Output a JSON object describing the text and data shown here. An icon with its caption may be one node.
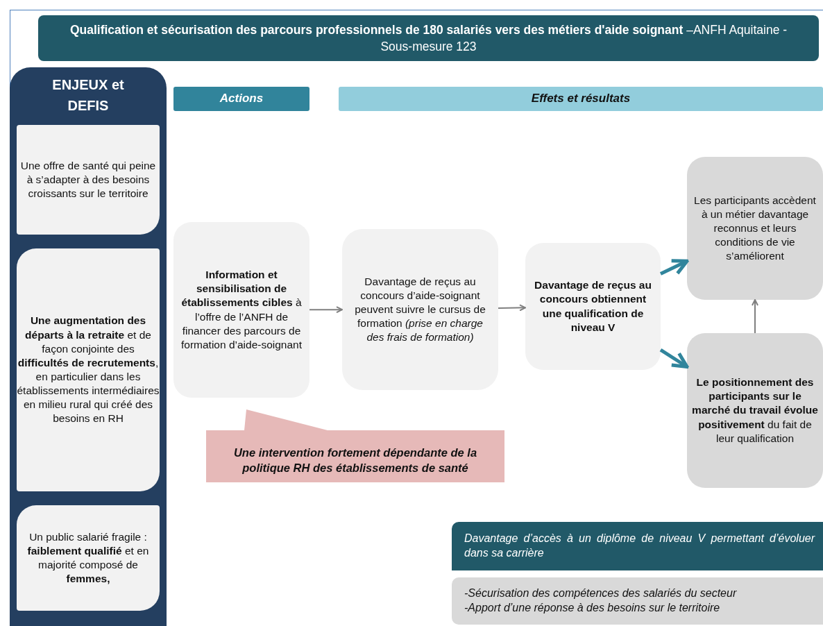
{
  "diagram": {
    "title": "**Qualification et sécurisation des parcours professionnels de 180 salariés vers des métiers d'aide soignant** –ANFH Aquitaine - Sous-mesure 123",
    "nodes": [
      {
        "text": [
          "ENJEUX et DEFIS"
        ]
      },
      {
        "text": [
          "Une offre de santé qui peine à s’adapter à des besoins croissants sur le territoire"
        ],
        "in": 0
      },
      {
        "text": [
          "**Une augmentation des départs à la retraite** et de façon conjointe des **difficultés de recrutements**, en particulier dans les établissements intermédiaires en milieu rural qui créé des besoins en RH"
        ],
        "in": 0
      },
      {
        "text": [
          "Un public salarié fragile : **faiblement qualifié** et en majorité composé de **femmes,**"
        ],
        "in": 0
      },
      {
        "text": [
          "Actions"
        ]
      },
      {
        "text": [
          "Effets et résultats"
        ]
      },
      {
        "text": [
          "**Information et sensibilisation de établissements cibles** à l’offre de l’ANFH de financer des parcours de formation d’aide-soignant"
        ]
      },
      {
        "text": [
          "Davantage de reçus au concours d’aide-soignant peuvent suivre le cursus de formation *(prise en charge des frais de formation)*"
        ]
      },
      {
        "text": [
          "Davantage de reçus au concours obtiennent une qualification de niveau V"
        ]
      },
      {
        "text": [
          "Les participants accèdent à un métier davantage reconnus et leurs conditions de vie s’améliorent"
        ]
      },
      {
        "text": [
          "**Le positionnement des participants sur le marché du travail évolue positivement** du fait de leur qualification"
        ]
      },
      {
        "text": [
          "Une intervention fortement dépendante de la politique RH des établissements de santé"
        ]
      },
      {
        "text": [
          "Davantage d’accès à un diplôme de niveau V permettant d’évoluer dans sa carrière"
        ]
      },
      {
        "text": [
          "-Sécurisation des compétences des salariés du secteur",
          "-Apport d’une réponse à des besoins sur le territoire"
        ]
      }
    ],
    "edges": [
      {
        "from": 6,
        "to": 7,
        "arrow": "to"
      },
      {
        "from": 7,
        "to": 8,
        "arrow": "to"
      },
      {
        "from": 8,
        "to": 9,
        "arrow": "to",
        "style": "thick",
        "color": "#31859c"
      },
      {
        "from": 8,
        "to": 10,
        "arrow": "to",
        "style": "thick",
        "color": "#31859c"
      },
      {
        "from": 10,
        "to": 9,
        "arrow": "to"
      }
    ]
  }
}
